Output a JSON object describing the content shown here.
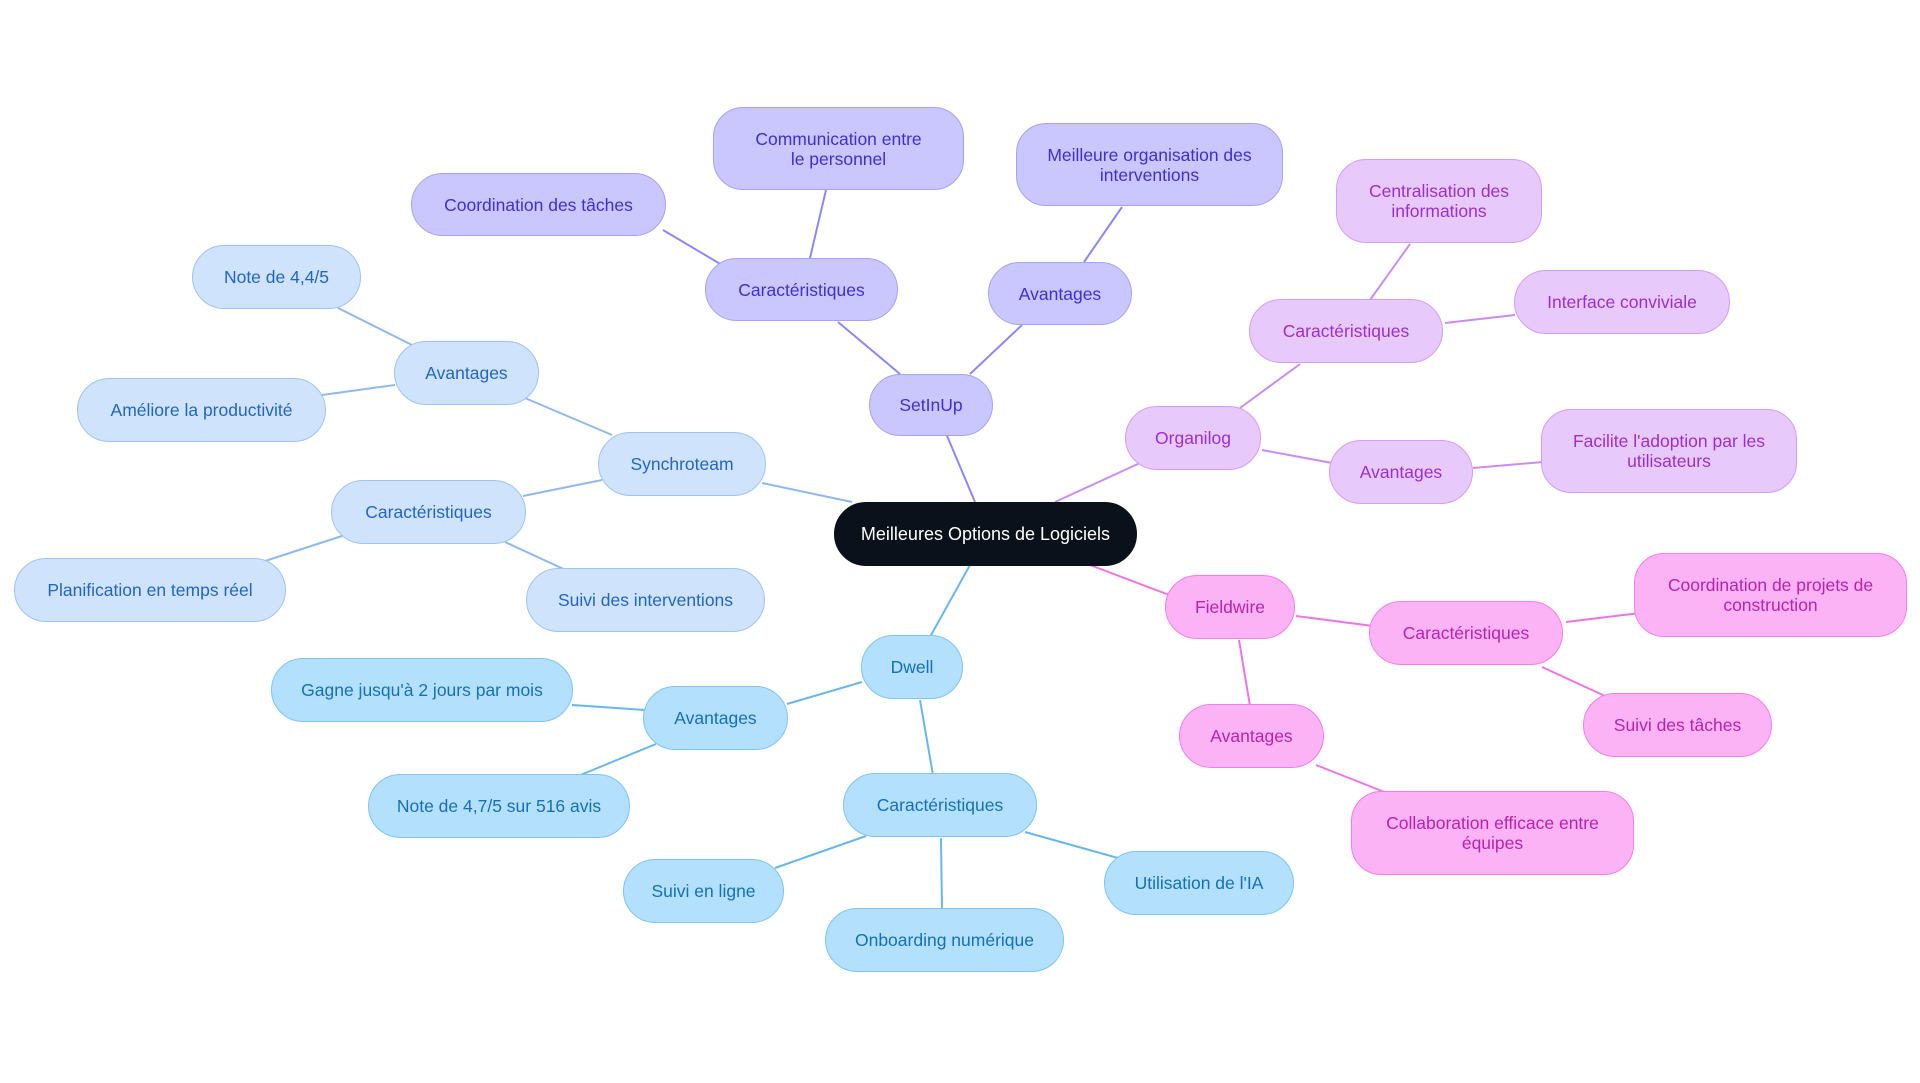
{
  "root": {
    "label": "Meilleures Options de Logiciels"
  },
  "colors": {
    "root": "#0b111b",
    "setinup": "#c9c7fd",
    "organilog": "#e8c9fb",
    "fieldwire": "#fbb3f5",
    "dwell": "#b3e0fd",
    "synchroteam": "#cfe3fc"
  },
  "branches": {
    "setinup": {
      "label": "SetInUp",
      "caracteristiques": {
        "label": "Caractéristiques",
        "items": [
          "Coordination des tâches",
          "Communication entre le personnel"
        ]
      },
      "avantages": {
        "label": "Avantages",
        "items": [
          "Meilleure organisation des interventions"
        ]
      }
    },
    "organilog": {
      "label": "Organilog",
      "caracteristiques": {
        "label": "Caractéristiques",
        "items": [
          "Centralisation des informations",
          "Interface conviviale"
        ]
      },
      "avantages": {
        "label": "Avantages",
        "items": [
          "Facilite l'adoption par les utilisateurs"
        ]
      }
    },
    "fieldwire": {
      "label": "Fieldwire",
      "caracteristiques": {
        "label": "Caractéristiques",
        "items": [
          "Coordination de projets de construction",
          "Suivi des tâches"
        ]
      },
      "avantages": {
        "label": "Avantages",
        "items": [
          "Collaboration efficace entre équipes"
        ]
      }
    },
    "dwell": {
      "label": "Dwell",
      "avantages": {
        "label": "Avantages",
        "items": [
          "Gagne jusqu'à 2 jours par mois",
          "Note de 4,7/5 sur 516 avis"
        ]
      },
      "caracteristiques": {
        "label": "Caractéristiques",
        "items": [
          "Suivi en ligne",
          "Onboarding numérique",
          "Utilisation de l'IA"
        ]
      }
    },
    "synchroteam": {
      "label": "Synchroteam",
      "avantages": {
        "label": "Avantages",
        "items": [
          "Note de 4,4/5",
          "Améliore la productivité"
        ]
      },
      "caracteristiques": {
        "label": "Caractéristiques",
        "items": [
          "Planification en temps réel",
          "Suivi des interventions"
        ]
      }
    }
  }
}
